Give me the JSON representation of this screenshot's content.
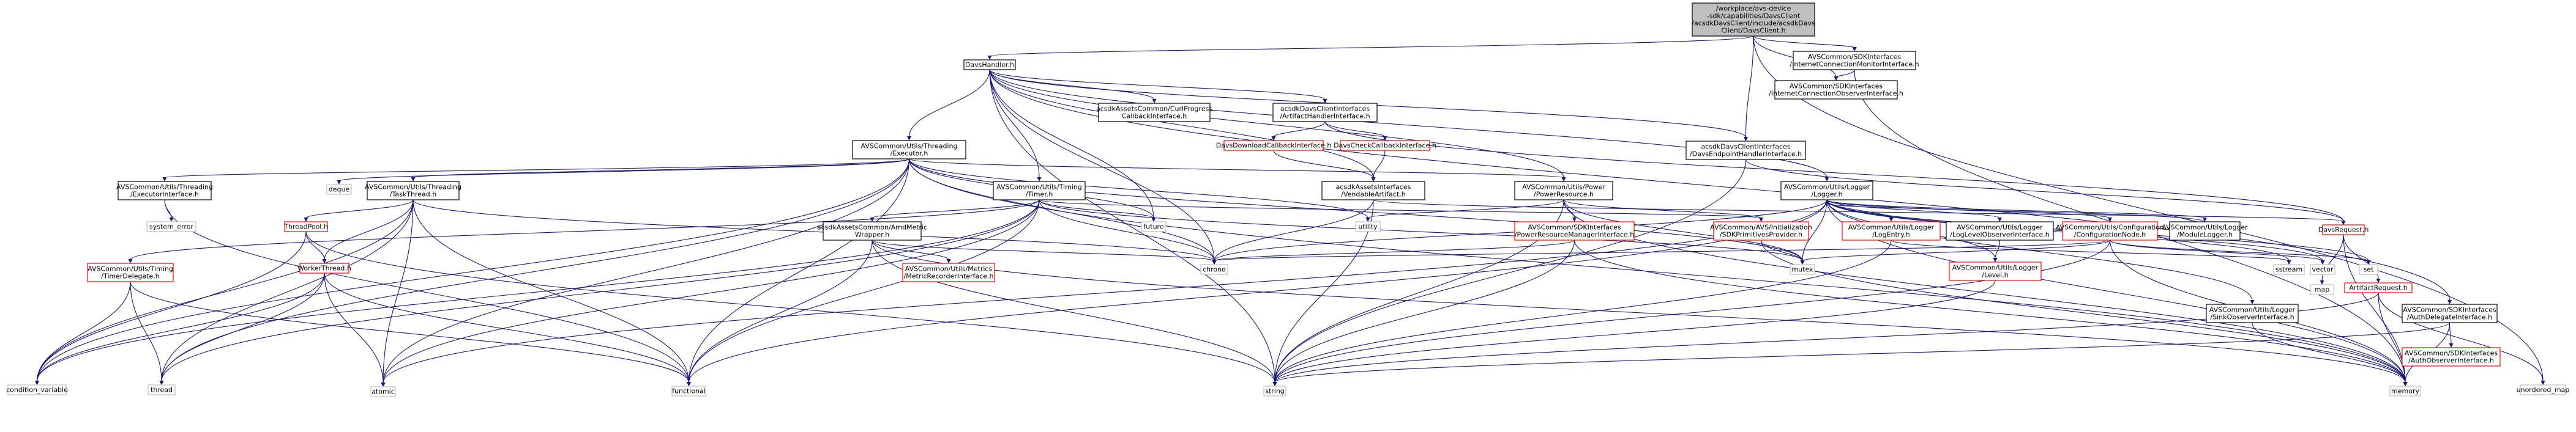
{
  "colors": {
    "root_fill": "#bfbfbf",
    "node_fill": "#ffffff",
    "node_border": "#000000",
    "red_border": "#ff0000",
    "edge": "#191970",
    "edge_dark": "#404040"
  },
  "nodes": [
    {
      "id": "root",
      "lines": [
        "/workplace/avs-device",
        "-sdk/capabilities/DavsClient",
        "/acsdkDavsClient/include/acsdkDavs",
        "Client/DavsClient.h"
      ],
      "style": "root"
    },
    {
      "id": "davshandler",
      "lines": [
        "DavsHandler.h"
      ],
      "style": "plain"
    },
    {
      "id": "icmi",
      "lines": [
        "AVSCommon/SDKInterfaces",
        "/InternetConnectionMonitorInterface.h"
      ],
      "style": "plain"
    },
    {
      "id": "icoi",
      "lines": [
        "AVSCommon/SDKInterfaces",
        "/InternetConnectionObserverInterface.h"
      ],
      "style": "plain"
    },
    {
      "id": "executor",
      "lines": [
        "AVSCommon/Utils/Threading",
        "/Executor.h"
      ],
      "style": "plain"
    },
    {
      "id": "cprog",
      "lines": [
        "acsdkAssetsCommon/CurlProgress",
        "CallbackInterface.h"
      ],
      "style": "plain"
    },
    {
      "id": "artifacthandler",
      "lines": [
        "acsdkDavsClientInterfaces",
        "/ArtifactHandlerInterface.h"
      ],
      "style": "plain"
    },
    {
      "id": "dlcb",
      "lines": [
        "DavsDownloadCallbackInterface.h"
      ],
      "style": "red"
    },
    {
      "id": "chkcb",
      "lines": [
        "DavsCheckCallbackInterface.h"
      ],
      "style": "red"
    },
    {
      "id": "endpoint",
      "lines": [
        "acsdkDavsClientInterfaces",
        "/DavsEndpointHandlerInterface.h"
      ],
      "style": "plain"
    },
    {
      "id": "vendable",
      "lines": [
        "acsdkAssetsInterfaces",
        "/VendableArtifact.h"
      ],
      "style": "plain"
    },
    {
      "id": "execif",
      "lines": [
        "AVSCommon/Utils/Threading",
        "/ExecutorInterface.h"
      ],
      "style": "plain"
    },
    {
      "id": "deque",
      "lines": [
        "deque"
      ],
      "style": "none"
    },
    {
      "id": "tasktread",
      "lines": [
        "AVSCommon/Utils/Threading",
        "/TaskThread.h"
      ],
      "style": "plain"
    },
    {
      "id": "timer",
      "lines": [
        "AVSCommon/Utils/Timing",
        "/Timer.h"
      ],
      "style": "plain"
    },
    {
      "id": "future",
      "lines": [
        "future"
      ],
      "style": "none"
    },
    {
      "id": "utility",
      "lines": [
        "utility"
      ],
      "style": "none"
    },
    {
      "id": "powerres",
      "lines": [
        "AVSCommon/Utils/Power",
        "/PowerResource.h"
      ],
      "style": "plain"
    },
    {
      "id": "logger",
      "lines": [
        "AVSCommon/Utils/Logger",
        "/Logger.h"
      ],
      "style": "plain"
    },
    {
      "id": "sysErr",
      "lines": [
        "system_error"
      ],
      "style": "none"
    },
    {
      "id": "threadpool",
      "lines": [
        "ThreadPool.h"
      ],
      "style": "red"
    },
    {
      "id": "amdmetric",
      "lines": [
        "acsdkAssetsCommon/AmdMetric",
        "Wrapper.h"
      ],
      "style": "plain"
    },
    {
      "id": "prmi",
      "lines": [
        "AVSCommon/SDKInterfaces",
        "/PowerResourceManagerInterface.h"
      ],
      "style": "red"
    },
    {
      "id": "sdkprim",
      "lines": [
        "AVSCommon/AVS/Initialization",
        "/SDKPrimitivesProvider.h"
      ],
      "style": "red"
    },
    {
      "id": "logentry",
      "lines": [
        "AVSCommon/Utils/Logger",
        "/LogEntry.h"
      ],
      "style": "red"
    },
    {
      "id": "loglevobs",
      "lines": [
        "AVSCommon/Utils/Logger",
        "/LogLevelObserverInterface.h"
      ],
      "style": "plain"
    },
    {
      "id": "confnode",
      "lines": [
        "AVSCommon/Utils/Configuration",
        "/ConfigurationNode.h"
      ],
      "style": "red"
    },
    {
      "id": "modlogger",
      "lines": [
        "AVSCommon/Utils/Logger",
        "/ModuleLogger.h"
      ],
      "style": "plain"
    },
    {
      "id": "davsreq",
      "lines": [
        "DavsRequest.h"
      ],
      "style": "red"
    },
    {
      "id": "timedelegate",
      "lines": [
        "AVSCommon/Utils/Timing",
        "/TimerDelegate.h"
      ],
      "style": "red"
    },
    {
      "id": "workerthread",
      "lines": [
        "WorkerThread.h"
      ],
      "style": "red"
    },
    {
      "id": "metricrec",
      "lines": [
        "AVSCommon/Utils/Metrics",
        "/MetricRecorderInterface.h"
      ],
      "style": "red"
    },
    {
      "id": "chrono",
      "lines": [
        "chrono"
      ],
      "style": "none"
    },
    {
      "id": "mutex",
      "lines": [
        "mutex"
      ],
      "style": "none"
    },
    {
      "id": "level",
      "lines": [
        "AVSCommon/Utils/Logger",
        "/Level.h"
      ],
      "style": "red"
    },
    {
      "id": "sstream",
      "lines": [
        "sstream"
      ],
      "style": "none"
    },
    {
      "id": "vector",
      "lines": [
        "vector"
      ],
      "style": "none"
    },
    {
      "id": "set",
      "lines": [
        "set"
      ],
      "style": "none"
    },
    {
      "id": "map",
      "lines": [
        "map"
      ],
      "style": "none"
    },
    {
      "id": "artreq",
      "lines": [
        "ArtifactRequest.h"
      ],
      "style": "red"
    },
    {
      "id": "sinkobs",
      "lines": [
        "AVSCommon/Utils/Logger",
        "/SinkObserverInterface.h"
      ],
      "style": "plain"
    },
    {
      "id": "authdel",
      "lines": [
        "AVSCommon/SDKInterfaces",
        "/AuthDelegateInterface.h"
      ],
      "style": "plain"
    },
    {
      "id": "authobs",
      "lines": [
        "AVSCommon/SDKInterfaces",
        "/AuthObserverInterface.h"
      ],
      "style": "red"
    },
    {
      "id": "condvar",
      "lines": [
        "condition_variable"
      ],
      "style": "none"
    },
    {
      "id": "thread",
      "lines": [
        "thread"
      ],
      "style": "none"
    },
    {
      "id": "atomic",
      "lines": [
        "atomic"
      ],
      "style": "none"
    },
    {
      "id": "functional",
      "lines": [
        "functional"
      ],
      "style": "none"
    },
    {
      "id": "string",
      "lines": [
        "string"
      ],
      "style": "none"
    },
    {
      "id": "memory",
      "lines": [
        "memory"
      ],
      "style": "none"
    },
    {
      "id": "unordmap",
      "lines": [
        "unordered_map"
      ],
      "style": "none"
    }
  ],
  "edges": [
    [
      "root",
      "davshandler"
    ],
    [
      "root",
      "icmi"
    ],
    [
      "root",
      "icoi"
    ],
    [
      "root",
      "endpoint"
    ],
    [
      "root",
      "unordmap"
    ],
    [
      "icmi",
      "icoi"
    ],
    [
      "icmi",
      "memory"
    ],
    [
      "davshandler",
      "executor"
    ],
    [
      "davshandler",
      "cprog"
    ],
    [
      "davshandler",
      "artifacthandler"
    ],
    [
      "davshandler",
      "endpoint"
    ],
    [
      "davshandler",
      "vendable"
    ],
    [
      "davshandler",
      "future"
    ],
    [
      "davshandler",
      "chrono"
    ],
    [
      "davshandler",
      "powerres"
    ],
    [
      "davshandler",
      "timer"
    ],
    [
      "davshandler",
      "logger"
    ],
    [
      "davshandler",
      "string"
    ],
    [
      "davshandler",
      "authdel"
    ],
    [
      "artifacthandler",
      "dlcb"
    ],
    [
      "artifacthandler",
      "chkcb"
    ],
    [
      "artifacthandler",
      "davsreq"
    ],
    [
      "dlcb",
      "vendable"
    ],
    [
      "chkcb",
      "vendable"
    ],
    [
      "endpoint",
      "davsreq"
    ],
    [
      "endpoint",
      "string"
    ],
    [
      "vendable",
      "chrono"
    ],
    [
      "vendable",
      "string"
    ],
    [
      "vendable",
      "davsreq"
    ],
    [
      "executor",
      "execif"
    ],
    [
      "executor",
      "deque"
    ],
    [
      "executor",
      "tasktread"
    ],
    [
      "executor",
      "future"
    ],
    [
      "executor",
      "utility"
    ],
    [
      "executor",
      "atomic"
    ],
    [
      "executor",
      "chrono"
    ],
    [
      "executor",
      "condvar"
    ],
    [
      "executor",
      "functional"
    ],
    [
      "executor",
      "mutex"
    ],
    [
      "executor",
      "powerres"
    ],
    [
      "executor",
      "memory"
    ],
    [
      "executor",
      "thread"
    ],
    [
      "execif",
      "sysErr"
    ],
    [
      "execif",
      "functional"
    ],
    [
      "tasktread",
      "threadpool"
    ],
    [
      "tasktread",
      "workerthread"
    ],
    [
      "tasktread",
      "atomic"
    ],
    [
      "tasktread",
      "chrono"
    ],
    [
      "tasktread",
      "functional"
    ],
    [
      "tasktread",
      "thread"
    ],
    [
      "tasktread",
      "condvar"
    ],
    [
      "threadpool",
      "workerthread"
    ],
    [
      "threadpool",
      "condvar"
    ],
    [
      "threadpool",
      "string"
    ],
    [
      "workerthread",
      "atomic"
    ],
    [
      "workerthread",
      "condvar"
    ],
    [
      "workerthread",
      "functional"
    ],
    [
      "workerthread",
      "thread"
    ],
    [
      "timer",
      "timedelegate"
    ],
    [
      "timer",
      "amdmetric"
    ],
    [
      "timer",
      "future"
    ],
    [
      "timer",
      "chrono"
    ],
    [
      "timer",
      "atomic"
    ],
    [
      "timer",
      "functional"
    ],
    [
      "timer",
      "mutex"
    ],
    [
      "timer",
      "thread"
    ],
    [
      "timer",
      "condvar"
    ],
    [
      "timer",
      "sdkprim"
    ],
    [
      "timedelegate",
      "condvar"
    ],
    [
      "timedelegate",
      "thread"
    ],
    [
      "timedelegate",
      "functional"
    ],
    [
      "amdmetric",
      "metricrec"
    ],
    [
      "amdmetric",
      "chrono"
    ],
    [
      "amdmetric",
      "functional"
    ],
    [
      "amdmetric",
      "string"
    ],
    [
      "amdmetric",
      "memory"
    ],
    [
      "powerres",
      "prmi"
    ],
    [
      "powerres",
      "sdkprim"
    ],
    [
      "powerres",
      "utility"
    ],
    [
      "powerres",
      "mutex"
    ],
    [
      "powerres",
      "string"
    ],
    [
      "powerres",
      "memory"
    ],
    [
      "prmi",
      "chrono"
    ],
    [
      "prmi",
      "string"
    ],
    [
      "prmi",
      "memory"
    ],
    [
      "sdkprim",
      "mutex"
    ],
    [
      "sdkprim",
      "memory"
    ],
    [
      "logger",
      "logentry"
    ],
    [
      "logger",
      "loglevobs"
    ],
    [
      "logger",
      "confnode"
    ],
    [
      "logger",
      "modlogger"
    ],
    [
      "logger",
      "level"
    ],
    [
      "logger",
      "sinkobs"
    ],
    [
      "logger",
      "sstream"
    ],
    [
      "logger",
      "vector"
    ],
    [
      "logger",
      "set"
    ],
    [
      "logger",
      "mutex"
    ],
    [
      "logger",
      "chrono"
    ],
    [
      "logger",
      "atomic"
    ],
    [
      "logger",
      "memory"
    ],
    [
      "logger",
      "functional"
    ],
    [
      "modlogger",
      "logger"
    ],
    [
      "logentry",
      "sstream"
    ],
    [
      "logentry",
      "string"
    ],
    [
      "loglevobs",
      "level"
    ],
    [
      "confnode",
      "chrono"
    ],
    [
      "confnode",
      "mutex"
    ],
    [
      "confnode",
      "set"
    ],
    [
      "confnode",
      "vector"
    ],
    [
      "confnode",
      "string"
    ],
    [
      "confnode",
      "memory"
    ],
    [
      "level",
      "string"
    ],
    [
      "davsreq",
      "artreq"
    ],
    [
      "davsreq",
      "map"
    ],
    [
      "davsreq",
      "memory"
    ],
    [
      "artreq",
      "string"
    ],
    [
      "artreq",
      "memory"
    ],
    [
      "artreq",
      "unordmap"
    ],
    [
      "sinkobs",
      "memory"
    ],
    [
      "authdel",
      "authobs"
    ],
    [
      "authdel",
      "string"
    ],
    [
      "authdel",
      "memory"
    ]
  ]
}
